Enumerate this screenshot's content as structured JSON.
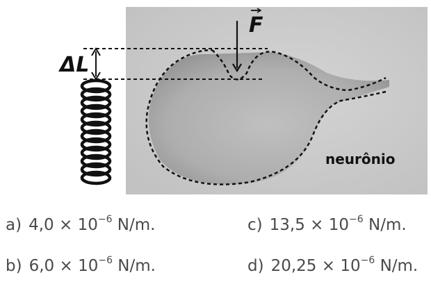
{
  "figure": {
    "force_label": "F",
    "delta_label": "ΔL",
    "cell_label": "neurônio"
  },
  "options": [
    {
      "letter": "a)",
      "mantissa": "4,0",
      "times": "×",
      "base": "10",
      "exponent": "−6",
      "unit": "N/m."
    },
    {
      "letter": "c)",
      "mantissa": "13,5",
      "times": "×",
      "base": "10",
      "exponent": "−6",
      "unit": "N/m."
    },
    {
      "letter": "b)",
      "mantissa": "6,0",
      "times": "×",
      "base": "10",
      "exponent": "−6",
      "unit": "N/m."
    },
    {
      "letter": "d)",
      "mantissa": "20,25",
      "times": "×",
      "base": "10",
      "exponent": "−6",
      "unit": "N/m."
    }
  ]
}
